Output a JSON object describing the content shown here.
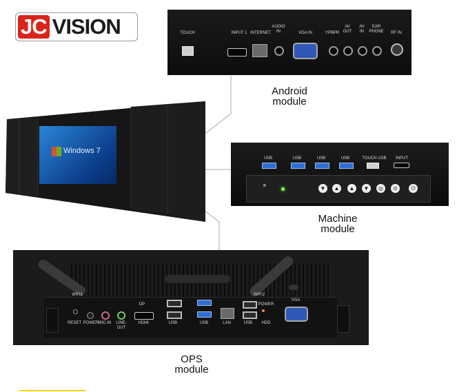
{
  "logo": {
    "jc": "JC",
    "vision": "VISION"
  },
  "android": {
    "caption_line1": "Android",
    "caption_line2": "module",
    "labels": {
      "touch": "TOUCH",
      "input1": "INPUT  1",
      "internet": "INTERNET",
      "audio_in": "AUDIO\nIN",
      "vga_in": "VGA  IN",
      "ypbpr": "YPBPR",
      "av_out": "AV\nOUT",
      "av_in": "AV\nIN",
      "ear_phone": "EAR\nPHONE",
      "rf_in": "RF IN"
    }
  },
  "tv": {
    "screen_text": "Windows 7"
  },
  "machine": {
    "caption_line1": "Machine",
    "caption_line2": "module",
    "labels": {
      "usb1": "USB",
      "usb2": "USB",
      "usb3": "USB",
      "usb4": "USB",
      "touch_usb": "TOUCH USB",
      "input": "INPUT"
    }
  },
  "ops": {
    "caption_line1": "OPS",
    "caption_line2": "module",
    "labels": {
      "wifi1": "WIFI1",
      "wifi2": "WIFI2",
      "reset": "RESET",
      "power": "POWER",
      "mic_in": "MIC-IN",
      "line_out": "LINE-OUT",
      "dp": "DP",
      "hdmi": "HDMI",
      "usb_a": "USB",
      "usb_b": "USB",
      "lan": "LAN",
      "usb_c": "USB",
      "power_led": "POWER",
      "hdd": "HDD",
      "vga": "VGA"
    }
  },
  "colors": {
    "brand_red": "#d9241c",
    "accent_yellow": "#f5d21a",
    "port_blue": "#2f6ed3"
  }
}
